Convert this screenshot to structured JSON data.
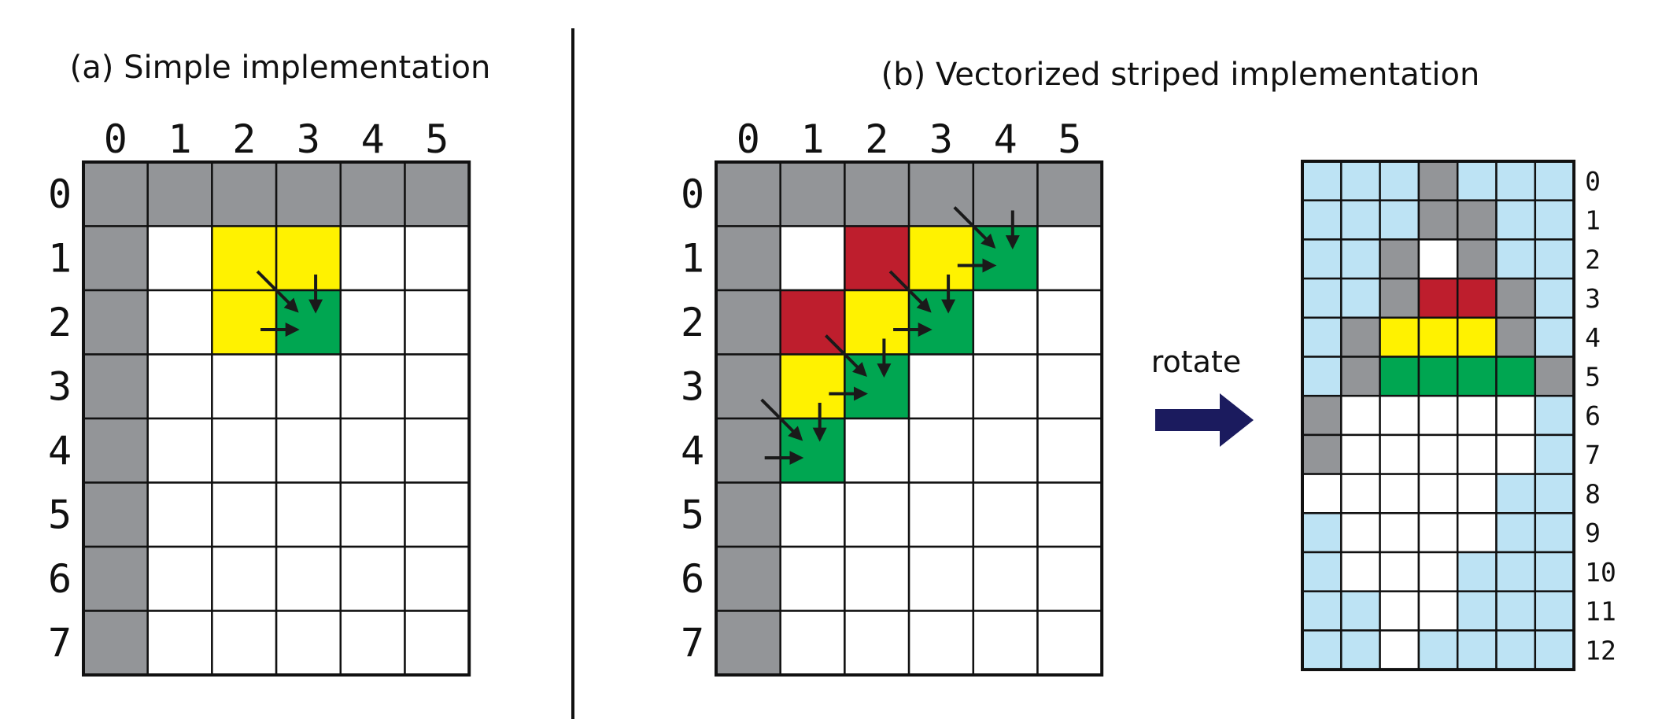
{
  "panel_a": {
    "title": "(a) Simple implementation",
    "col_labels": [
      "0",
      "1",
      "2",
      "3",
      "4",
      "5"
    ],
    "row_labels": [
      "0",
      "1",
      "2",
      "3",
      "4",
      "5",
      "6",
      "7"
    ],
    "colored_cells": [
      {
        "r": 1,
        "c": 2,
        "color": "yellow"
      },
      {
        "r": 1,
        "c": 3,
        "color": "yellow"
      },
      {
        "r": 2,
        "c": 2,
        "color": "yellow"
      },
      {
        "r": 2,
        "c": 3,
        "color": "green"
      }
    ],
    "arrow_targets": [
      {
        "r": 2,
        "c": 3
      }
    ]
  },
  "panel_b": {
    "title": "(b) Vectorized striped implementation",
    "col_labels": [
      "0",
      "1",
      "2",
      "3",
      "4",
      "5"
    ],
    "row_labels": [
      "0",
      "1",
      "2",
      "3",
      "4",
      "5",
      "6",
      "7"
    ],
    "colored_cells": [
      {
        "r": 1,
        "c": 2,
        "color": "red"
      },
      {
        "r": 1,
        "c": 3,
        "color": "yellow"
      },
      {
        "r": 1,
        "c": 4,
        "color": "green"
      },
      {
        "r": 2,
        "c": 1,
        "color": "red"
      },
      {
        "r": 2,
        "c": 2,
        "color": "yellow"
      },
      {
        "r": 2,
        "c": 3,
        "color": "green"
      },
      {
        "r": 3,
        "c": 1,
        "color": "yellow"
      },
      {
        "r": 3,
        "c": 2,
        "color": "green"
      },
      {
        "r": 4,
        "c": 1,
        "color": "green"
      }
    ],
    "arrow_targets": [
      {
        "r": 1,
        "c": 4
      },
      {
        "r": 2,
        "c": 3
      },
      {
        "r": 3,
        "c": 2
      },
      {
        "r": 4,
        "c": 1
      }
    ]
  },
  "rotate": {
    "label": "rotate"
  },
  "panel_c": {
    "row_labels": [
      "0",
      "1",
      "2",
      "3",
      "4",
      "5",
      "6",
      "7",
      "8",
      "9",
      "10",
      "11",
      "12"
    ],
    "rows": [
      "BBBGBBB",
      "BBBGGBB",
      "BBGWGBB",
      "BBGRRGB",
      "BGYYYGB",
      "BGEEEEG",
      "GWWWWWB",
      "GWWWWWB",
      "WWWWWBB",
      "BWWWWBB",
      "BWWWBBB",
      "BBWWBBB",
      "BBWBBBB"
    ]
  },
  "colors": {
    "gray": "#939598",
    "white": "#ffffff",
    "yellow": "#fff200",
    "green": "#00a651",
    "red": "#be1e2d",
    "light_blue": "#bde3f4",
    "navy": "#1b1b5e",
    "line": "#111111"
  }
}
